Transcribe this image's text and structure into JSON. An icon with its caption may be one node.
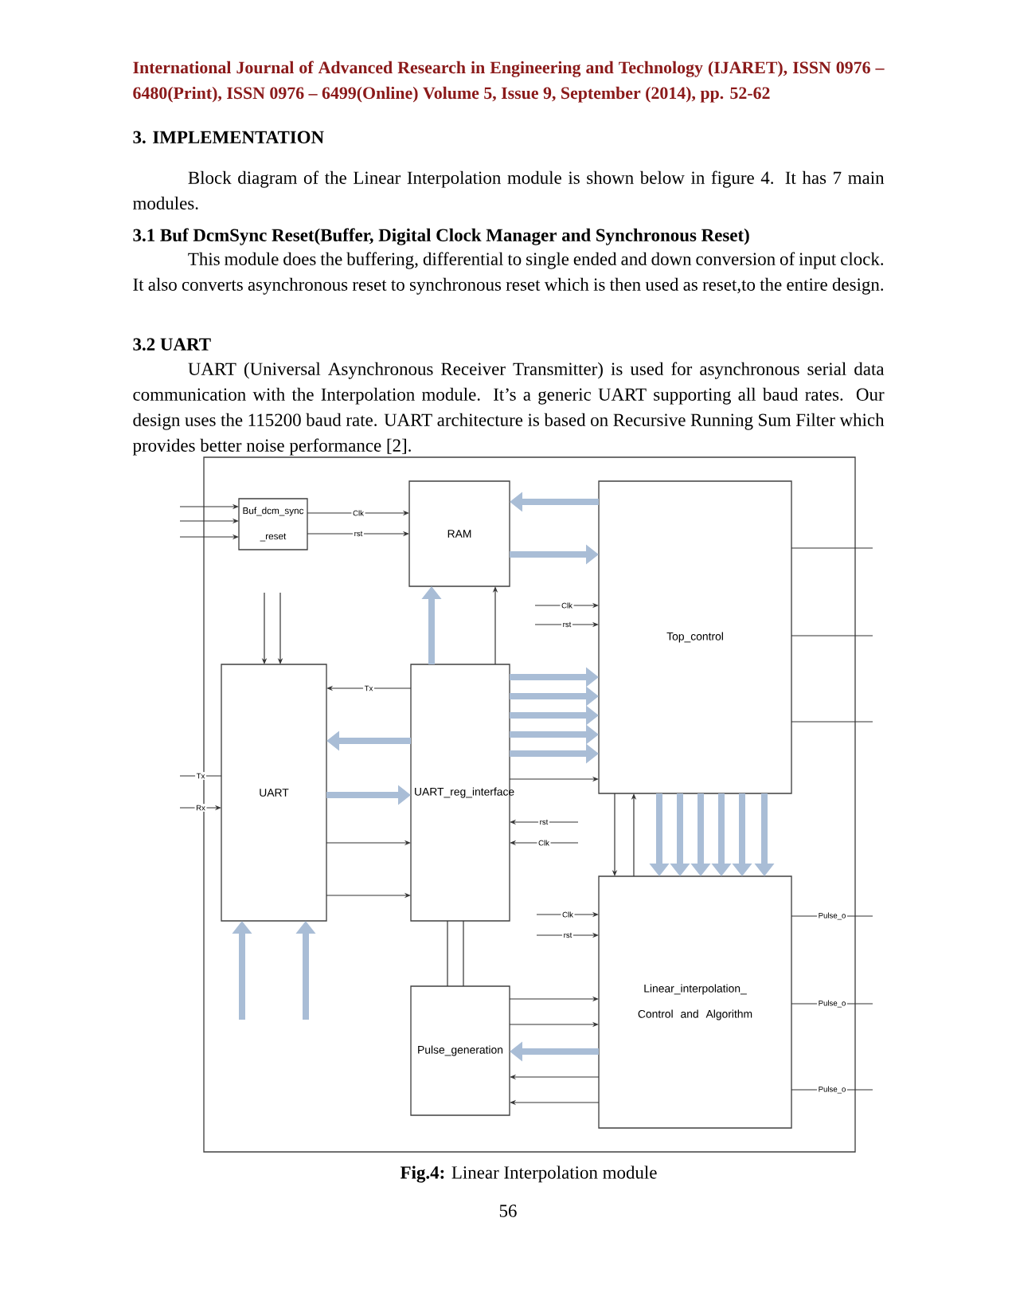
{
  "diagram": {
    "caption": "**Fig.4:** Linear Interpolation module",
    "nodes": [
      {
        "text": [],
        "shape": "box"
      },
      {
        "text": [
          "Buf_dcm_sync _reset"
        ],
        "in": 0
      },
      {
        "text": [
          "RAM"
        ],
        "in": 0
      },
      {
        "text": [
          "Top_control"
        ],
        "in": 0
      },
      {
        "text": [
          "UART"
        ],
        "in": 0
      },
      {
        "text": [
          "UART_reg_interface"
        ],
        "in": 0
      },
      {
        "text": [
          "Linear_interpolation_ Control and Algorithm"
        ],
        "in": 0
      },
      {
        "text": [
          "Pulse_generation"
        ],
        "in": 0
      }
    ],
    "edges": [
      {
        "from": null,
        "to": 1,
        "arrow": "to"
      },
      {
        "from": null,
        "to": 1,
        "arrow": "to"
      },
      {
        "from": null,
        "to": 1,
        "arrow": "to"
      },
      {
        "from": 1,
        "to": 2,
        "arrow": "to",
        "label": "Clk"
      },
      {
        "from": 1,
        "to": 2,
        "arrow": "to",
        "label": "rst"
      },
      {
        "from": 3,
        "to": 2,
        "arrow": "to",
        "style": "thick",
        "color": "#a9bdd6"
      },
      {
        "from": 2,
        "to": 3,
        "arrow": "to",
        "style": "thick",
        "color": "#a9bdd6"
      },
      {
        "from": null,
        "to": 3,
        "arrow": "to",
        "label": "Clk"
      },
      {
        "from": null,
        "to": 3,
        "arrow": "to",
        "label": "rst"
      },
      {
        "from": 5,
        "to": 2,
        "arrow": "to",
        "style": "thick",
        "color": "#a9bdd6"
      },
      {
        "from": 5,
        "to": 2,
        "arrow": "to"
      },
      {
        "from": 5,
        "to": 4,
        "arrow": "to",
        "label": "Tx"
      },
      {
        "from": 5,
        "to": 4,
        "arrow": "to",
        "style": "thick",
        "color": "#a9bdd6"
      },
      {
        "from": 4,
        "to": 5,
        "arrow": "to",
        "style": "thick",
        "color": "#a9bdd6"
      },
      {
        "from": 4,
        "to": 5,
        "arrow": "to"
      },
      {
        "from": 4,
        "to": 5,
        "arrow": "to"
      },
      {
        "from": 4,
        "to": null,
        "arrow": "none",
        "label": "Tx"
      },
      {
        "from": null,
        "to": 4,
        "arrow": "to",
        "label": "Rx"
      },
      {
        "from": null,
        "to": 4,
        "arrow": "to"
      },
      {
        "from": null,
        "to": 4,
        "arrow": "to"
      },
      {
        "from": 5,
        "to": 3,
        "arrow": "to",
        "style": "thick",
        "color": "#a9bdd6"
      },
      {
        "from": 5,
        "to": 3,
        "arrow": "to",
        "style": "thick",
        "color": "#a9bdd6"
      },
      {
        "from": 5,
        "to": 3,
        "arrow": "to",
        "style": "thick",
        "color": "#a9bdd6"
      },
      {
        "from": 5,
        "to": 3,
        "arrow": "to",
        "style": "thick",
        "color": "#a9bdd6"
      },
      {
        "from": 5,
        "to": 3,
        "arrow": "to",
        "style": "thick",
        "color": "#a9bdd6"
      },
      {
        "from": 5,
        "to": 3,
        "arrow": "to"
      },
      {
        "from": 3,
        "to": null,
        "arrow": "none"
      },
      {
        "from": 3,
        "to": null,
        "arrow": "none"
      },
      {
        "from": 3,
        "to": null,
        "arrow": "none"
      },
      {
        "from": null,
        "to": 5,
        "arrow": "to",
        "label": "rst"
      },
      {
        "from": null,
        "to": 5,
        "arrow": "to",
        "label": "Clk"
      },
      {
        "from": 3,
        "to": 6,
        "arrow": "to"
      },
      {
        "from": 6,
        "to": 3,
        "arrow": "to"
      },
      {
        "from": 3,
        "to": 6,
        "arrow": "to",
        "style": "thick",
        "color": "#a9bdd6"
      },
      {
        "from": 3,
        "to": 6,
        "arrow": "to",
        "style": "thick",
        "color": "#a9bdd6"
      },
      {
        "from": 3,
        "to": 6,
        "arrow": "to",
        "style": "thick",
        "color": "#a9bdd6"
      },
      {
        "from": 3,
        "to": 6,
        "arrow": "to",
        "style": "thick",
        "color": "#a9bdd6"
      },
      {
        "from": 3,
        "to": 6,
        "arrow": "to",
        "style": "thick",
        "color": "#a9bdd6"
      },
      {
        "from": 3,
        "to": 6,
        "arrow": "to",
        "style": "thick",
        "color": "#a9bdd6"
      },
      {
        "from": null,
        "to": 6,
        "arrow": "to",
        "label": "Clk"
      },
      {
        "from": null,
        "to": 6,
        "arrow": "to",
        "label": "rst"
      },
      {
        "from": 6,
        "to": null,
        "arrow": "none",
        "label": "Pulse_o"
      },
      {
        "from": 6,
        "to": null,
        "arrow": "none",
        "label": "Pulse_o"
      },
      {
        "from": 6,
        "to": null,
        "arrow": "none",
        "label": "Pulse_o"
      },
      {
        "from": 7,
        "to": 6,
        "arrow": "to"
      },
      {
        "from": 7,
        "to": 6,
        "arrow": "to"
      },
      {
        "from": 6,
        "to": 7,
        "arrow": "to",
        "style": "thick",
        "color": "#a9bdd6"
      },
      {
        "from": 6,
        "to": 7,
        "arrow": "to"
      },
      {
        "from": 6,
        "to": 7,
        "arrow": "to"
      },
      {
        "from": 5,
        "to": 7,
        "arrow": "none"
      },
      {
        "from": 5,
        "to": 7,
        "arrow": "none"
      },
      {
        "from": null,
        "to": 4,
        "arrow": "to",
        "style": "thick",
        "color": "#a9bdd6"
      },
      {
        "from": null,
        "to": 4,
        "arrow": "to",
        "style": "thick",
        "color": "#a9bdd6"
      }
    ],
    "labels": [
      "International Journal of Advanced Research in Engineering and Technology (IJARET), ISSN 0976 – 6480(Print), ISSN 0976 – 6499(Online) Volume 5, Issue 9, September (2014), pp. 52-62",
      "3. IMPLEMENTATION",
      "Block diagram of the Linear Interpolation module is shown below in figure 4. It has 7 main modules.",
      "3.1 Buf DcmSync Reset(Buffer, Digital Clock Manager and Synchronous Reset)",
      "This module does the buffering, differential to single ended and down conversion of input clock. It also converts asynchronous reset to synchronous reset which is then used as reset,to the entire design.",
      "3.2 UART",
      "UART (Universal Asynchronous Receiver Transmitter) is used for asynchronous serial data communication with the Interpolation module. It’s a generic UART supporting all baud rates. Our design uses the 115200 baud rate. UART architecture is based on Recursive Running Sum Filter which provides better noise performance [2].",
      "56"
    ]
  }
}
